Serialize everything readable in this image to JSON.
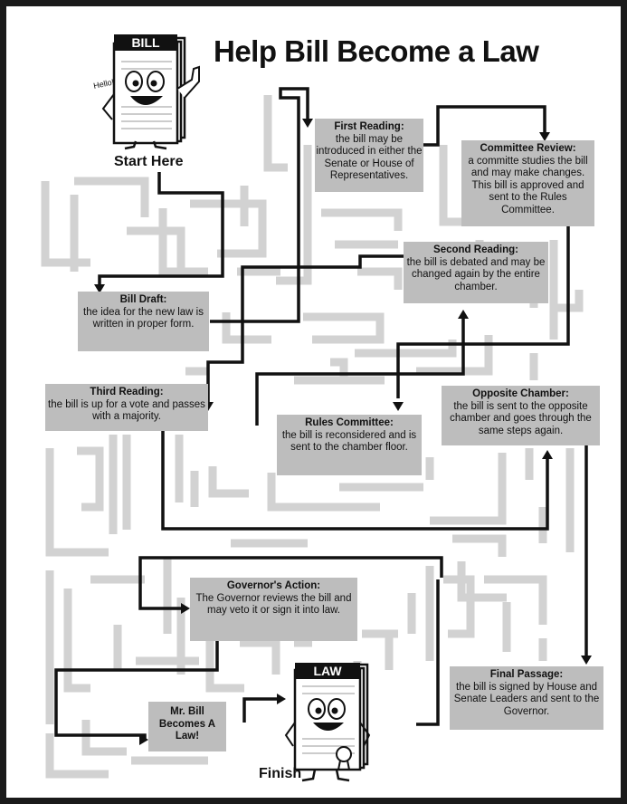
{
  "title": "Help Bill Become a Law",
  "start": {
    "signText": "BILL",
    "greeting": "Hello!",
    "label": "Start Here"
  },
  "finish": {
    "signText": "LAW",
    "label": "Finish"
  },
  "steps": {
    "bill_draft": {
      "heading": "Bill Draft:",
      "body": "the idea for the new law is written in proper form."
    },
    "first_reading": {
      "heading": "First Reading:",
      "body": "the bill may be introduced in either the Senate or House of Representatives."
    },
    "committee_review": {
      "heading": "Committee Review:",
      "body": "a committe studies the bill and may make changes. This bill is approved and sent to the Rules Committee."
    },
    "second_reading": {
      "heading": "Second Reading:",
      "body": "the bill is debated and may be changed again by the entire chamber."
    },
    "third_reading": {
      "heading": "Third Reading:",
      "body": "the bill is up for a vote and passes with a majority."
    },
    "rules_committee": {
      "heading": "Rules Committee:",
      "body": "the bill is reconsidered and is sent to the chamber floor."
    },
    "opposite_chamber": {
      "heading": "Opposite Chamber:",
      "body": "the bill is sent to the opposite chamber and goes through the same steps again."
    },
    "governors_action": {
      "heading": "Governor's Action:",
      "body": "The Governor reviews the bill and may veto it or sign it into law."
    },
    "final_passage": {
      "heading": "Final Passage:",
      "body": "the bill is signed by House and Senate Leaders and sent to the Governor."
    },
    "mr_bill": {
      "heading": "Mr. Bill Becomes A Law!"
    }
  },
  "colors": {
    "maze": "#d2d2d2",
    "box": "#bdbdbd",
    "path": "#111111",
    "frame": "#1a1a1a"
  }
}
